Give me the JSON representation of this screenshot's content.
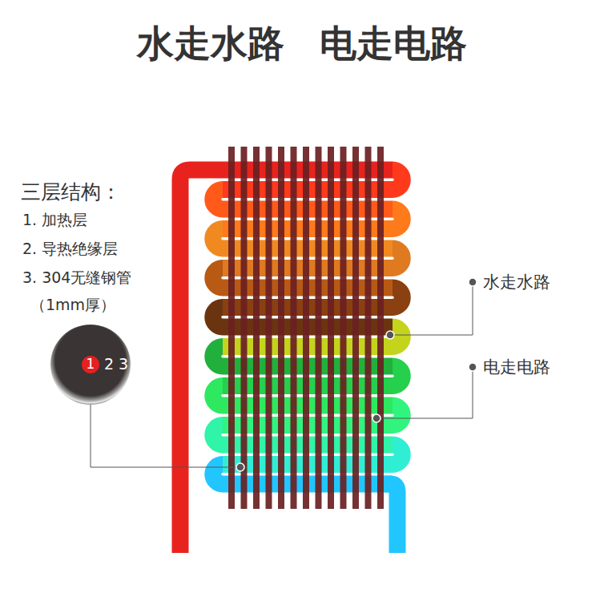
{
  "diagram": {
    "title": "水走水路 电走电路",
    "labels": [
      "三层结构：",
      "1. 加热层",
      "2. 导热绝缘层",
      "3. 304无缝钢管",
      "（1mm厚）",
      "1",
      "2",
      "3",
      "水走水路",
      "电走电路"
    ]
  }
}
